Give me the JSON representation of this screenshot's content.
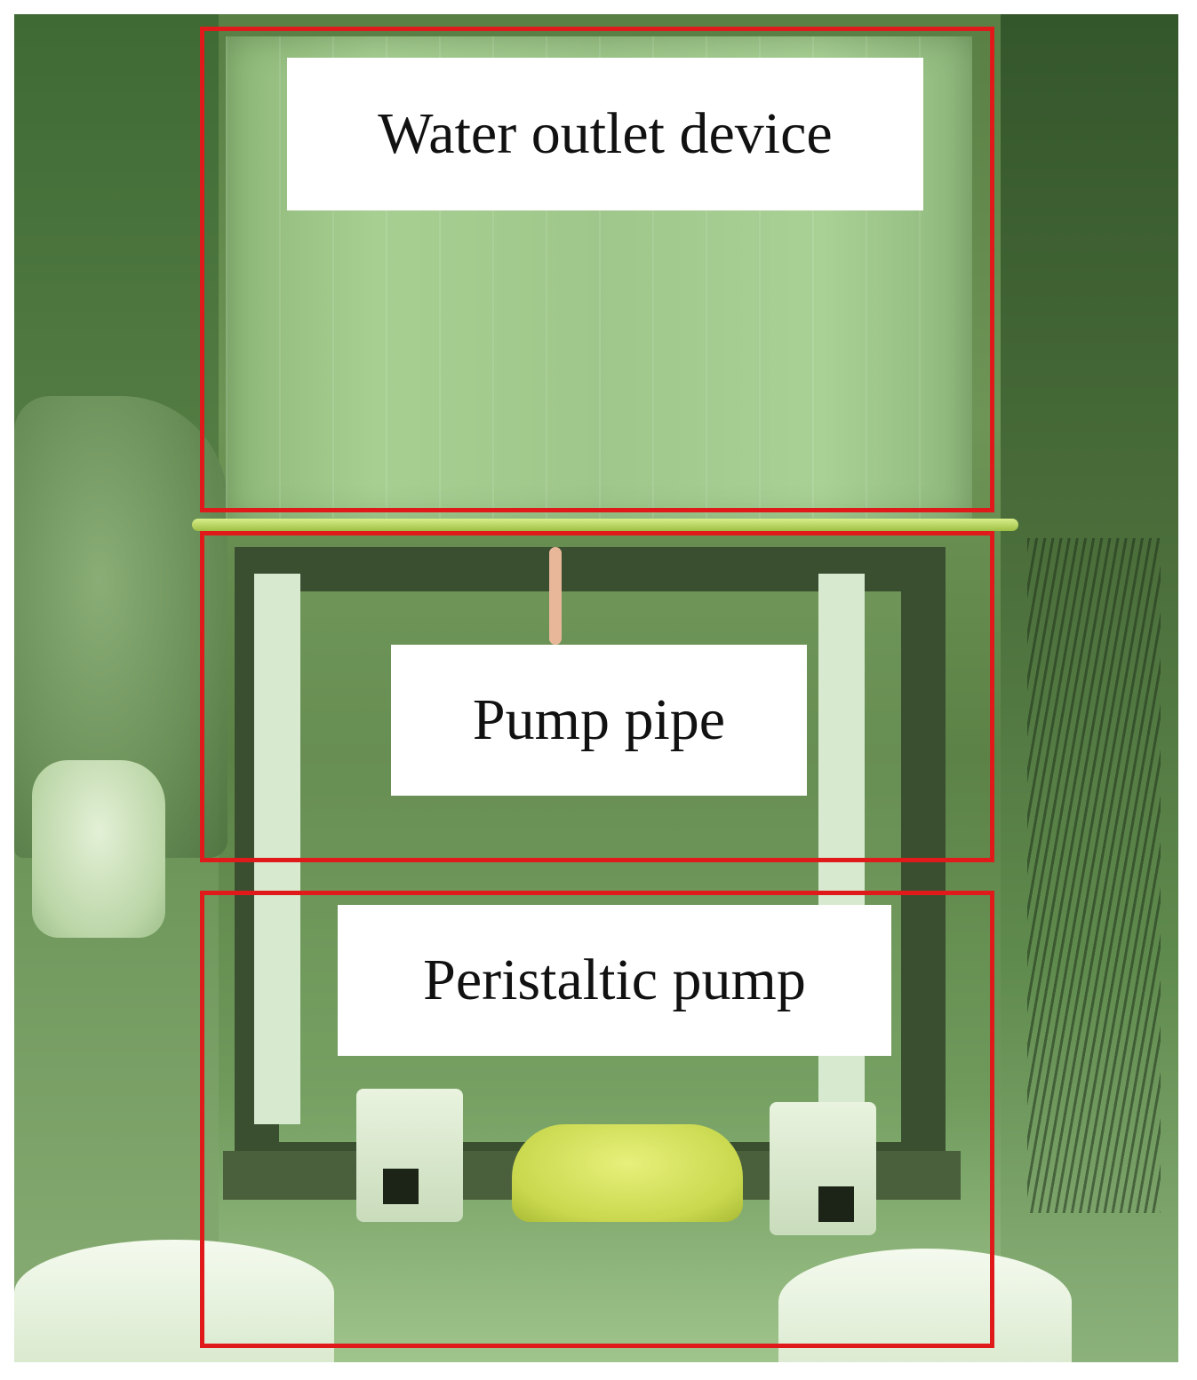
{
  "annotations": {
    "water_outlet": "Water outlet device",
    "pump_pipe": "Pump pipe",
    "peristaltic_pump": "Peristaltic pump"
  },
  "colors": {
    "box_stroke": "#e01a1a",
    "label_bg": "#ffffff",
    "photo_tint": "#6e9456"
  }
}
